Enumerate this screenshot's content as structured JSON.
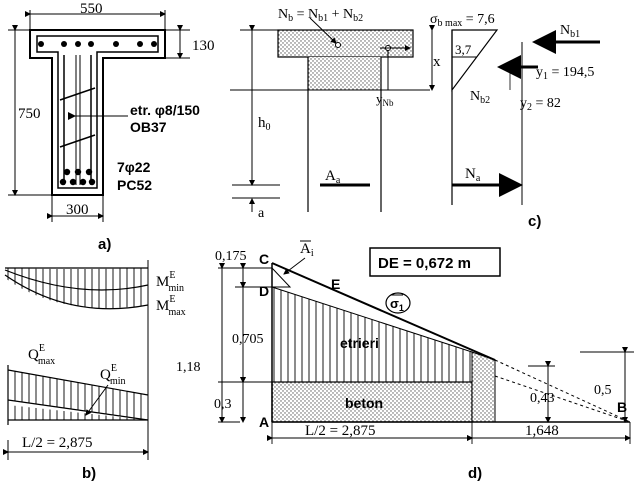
{
  "panel_a": {
    "width_top": "550",
    "flange_height": "130",
    "total_height": "750",
    "stirrups": "etr. φ8/150",
    "stirrup_steel": "OB37",
    "bars": "7φ22",
    "bar_steel": "PC52",
    "web_width": "300",
    "caption": "a)"
  },
  "panel_b": {
    "m_min_base": "M",
    "m_min_sup": "E",
    "m_min_sub": "min",
    "m_max_base": "M",
    "m_max_sup": "E",
    "m_max_sub": "max",
    "q_max_base": "Q",
    "q_max_sup": "E",
    "q_max_sub": "max",
    "q_min_base": "Q",
    "q_min_sup": "E",
    "q_min_sub": "min",
    "half_span": "L/2 = 2,875",
    "caption": "b)"
  },
  "panel_c": {
    "nb_eq": "N",
    "nb_sub": "b",
    "nb_rest": " = N",
    "nb1_sub": "b1",
    "nb_plus": " + N",
    "nb2_sub": "b2",
    "sigma": "σ",
    "sigma_sub": "b max",
    "sigma_val": " = 7,6",
    "val_37": "3,7",
    "x": "x",
    "h0": "h",
    "h0_sub": "0",
    "ynb": "y",
    "ynb_sub": "Nb",
    "aa": "A",
    "aa_sub": "a",
    "a": "a",
    "nb1": "N",
    "nb1_label_sub": "b1",
    "y1": "y",
    "y1_sub": "1",
    "y1_val": " = 194,5",
    "nb2": "N",
    "nb2_label_sub": "b2",
    "y2": "y",
    "y2_sub": "2",
    "y2_val": " = 82",
    "na": "N",
    "na_sub": "a",
    "caption": "c)"
  },
  "panel_d": {
    "ai": "A",
    "ai_sub": "i",
    "de_box": "DE = 0,672 m",
    "c": "C",
    "d": "D",
    "e": "E",
    "a": "A",
    "b": "B",
    "sigma1": "σ",
    "sigma1_sub": "1",
    "v0175": "0,175",
    "v0705": "0,705",
    "v118": "1,18",
    "v03": "0,3",
    "etrieri": "etrieri",
    "beton": "beton",
    "half_span": "L/2 = 2,875",
    "tail": "1,648",
    "v043": "0,43",
    "v05": "0,5",
    "caption": "d)"
  }
}
